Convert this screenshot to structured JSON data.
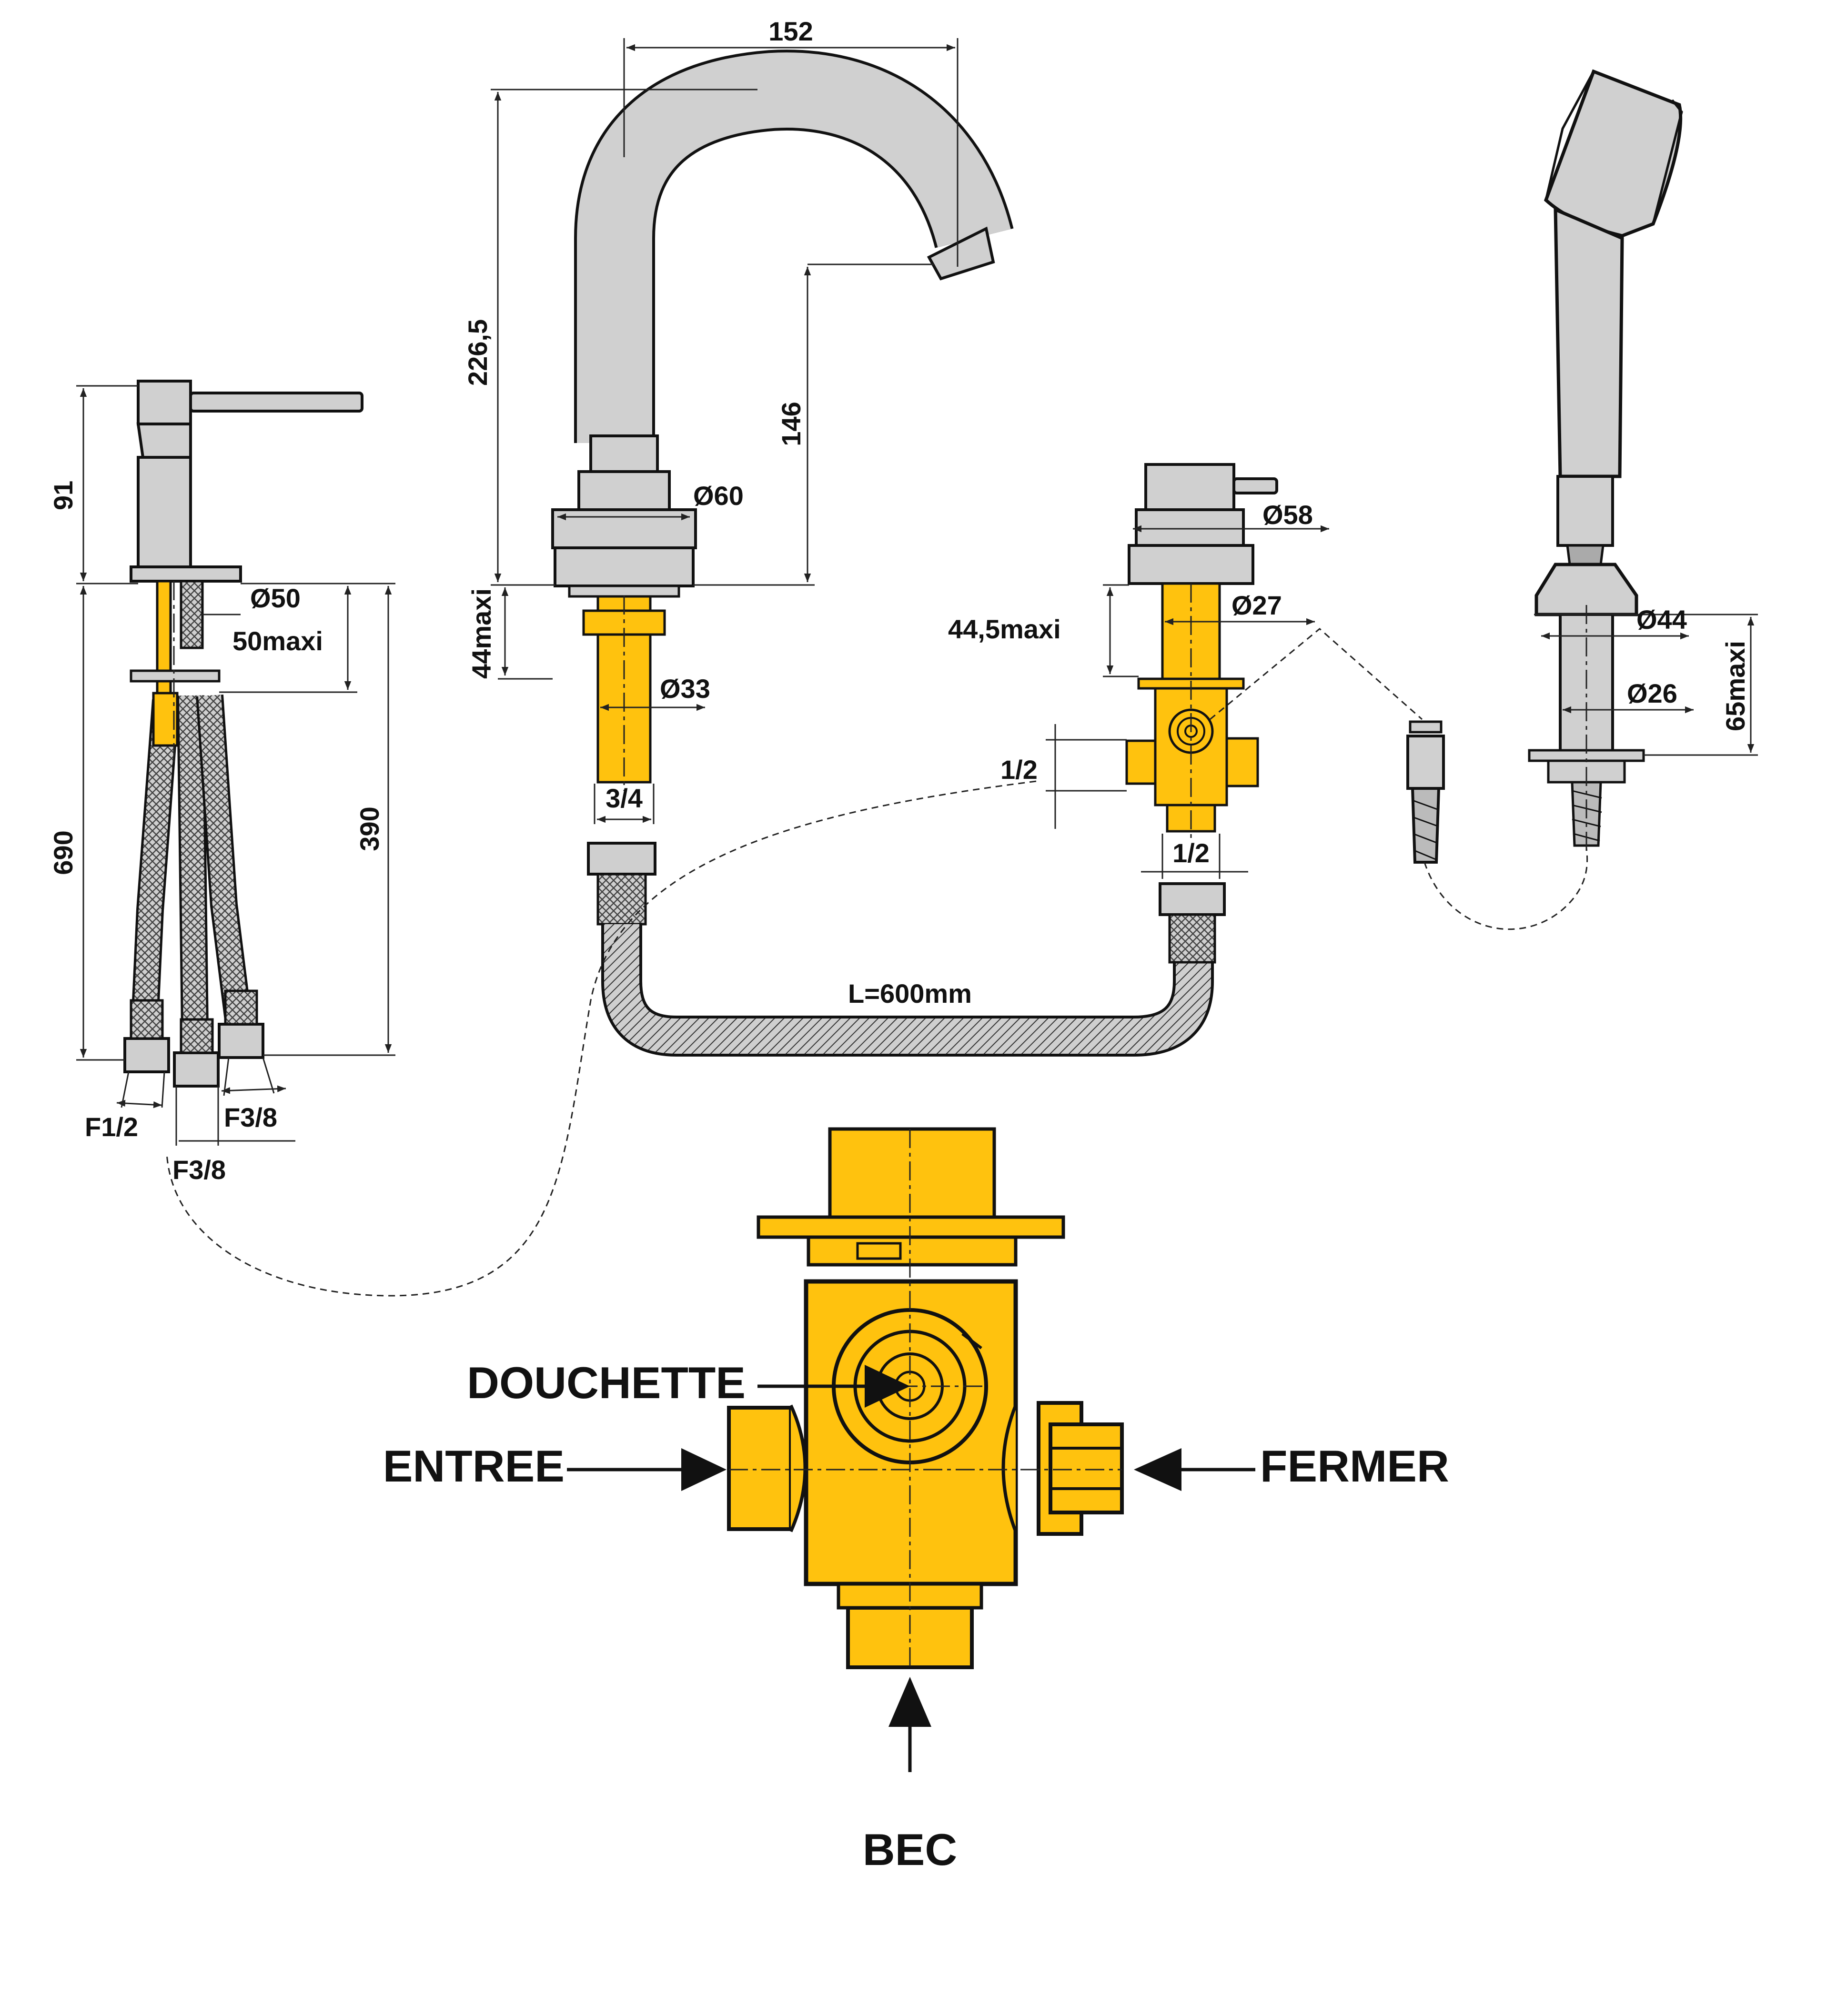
{
  "colors": {
    "brass": "#ffc20e",
    "chrome": "#d0d0d0",
    "chrome_dark": "#a8a8a8",
    "hose_fill": "#cfcfcf",
    "outline": "#111111"
  },
  "mixer": {
    "height_above_deck": "91",
    "diameter": "Ø50",
    "deck_thickness": "50maxi",
    "total_length": "690",
    "tail_length": "390",
    "hot_connection": "F1/2",
    "cold_connection_1": "F3/8",
    "cold_connection_2": "F3/8"
  },
  "spout": {
    "reach": "152",
    "height": "226,5",
    "outlet_height": "146",
    "diameter": "Ø60",
    "shank_diameter": "Ø33",
    "deck_thickness": "44maxi",
    "thread": "3/4"
  },
  "diverter": {
    "diameter": "Ø58",
    "shank_diameter": "Ø27",
    "deck_thickness": "44,5maxi",
    "inlet_thread": "1/2",
    "outlet_thread": "1/2"
  },
  "hand_shower": {
    "holder_diameter": "Ø44",
    "shank_diameter": "Ø26",
    "deck_thickness": "65maxi"
  },
  "hose": {
    "length_label": "L=600mm"
  },
  "detail": {
    "douchette": "DOUCHETTE",
    "entree": "ENTREE",
    "fermer": "FERMER",
    "bec": "BEC"
  }
}
